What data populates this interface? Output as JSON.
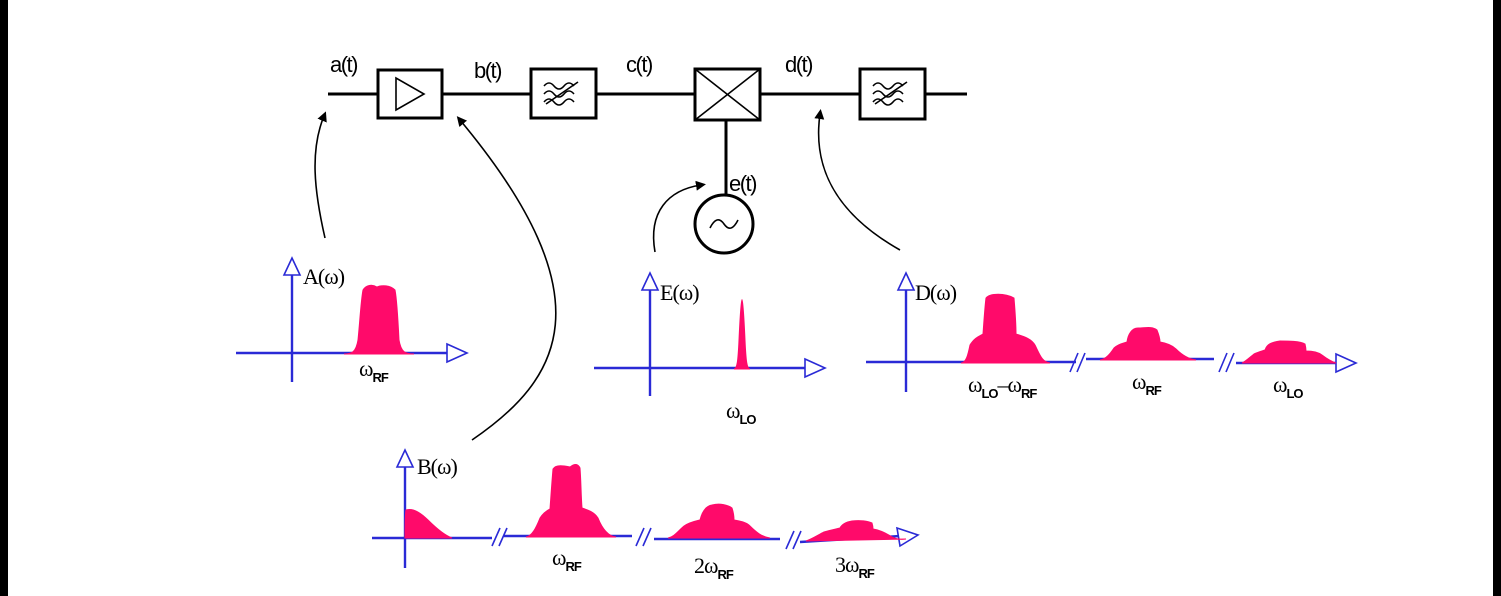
{
  "signals": {
    "a": "a(t)",
    "b": "b(t)",
    "c": "c(t)",
    "d": "d(t)",
    "e": "e(t)"
  },
  "spectra": {
    "A": {
      "name": "A(ω)",
      "freq_main": "ω",
      "freq_sub": "RF"
    },
    "B": {
      "name": "B(ω)",
      "f1_main": "ω",
      "f1_sub": "RF",
      "f2_main": "2ω",
      "f2_sub": "RF",
      "f3_main": "3ω",
      "f3_sub": "RF"
    },
    "E": {
      "name": "E(ω)",
      "freq_main": "ω",
      "freq_sub": "LO"
    },
    "D": {
      "name": "D(ω)",
      "f1_a": "ω",
      "f1_a_sub": "LO",
      "f1_b": "–ω",
      "f1_b_sub": "RF",
      "f2_main": "ω",
      "f2_sub": "RF",
      "f3_main": "ω",
      "f3_sub": "LO"
    }
  },
  "colors": {
    "wire": "#000000",
    "axis": "#2a2ad6",
    "spectrum": "#ff0a6a",
    "background_frame": "#000000",
    "panel": "#ffffff"
  }
}
